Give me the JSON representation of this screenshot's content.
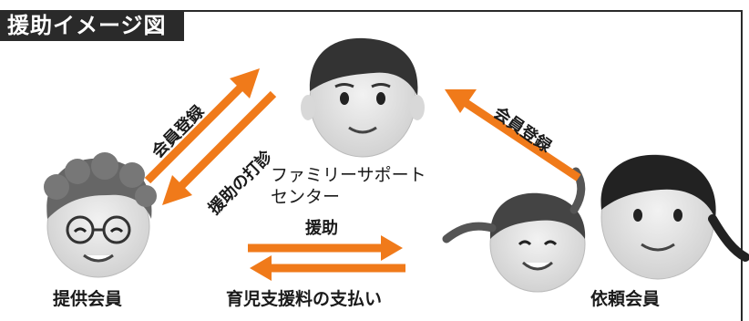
{
  "title": "援助イメージ図",
  "nodes": {
    "center_line1": "ファミリーサポート",
    "center_line2": "センター",
    "provider": "提供会員",
    "client": "依頼会員"
  },
  "edges": {
    "provider_register": "会員登録",
    "center_request": "援助の打診",
    "client_register": "会員登録",
    "help": "援助",
    "payment": "育児支援料の支払い"
  },
  "colors": {
    "arrow": "#f07a1a",
    "title_bg": "#2a2a2a"
  }
}
